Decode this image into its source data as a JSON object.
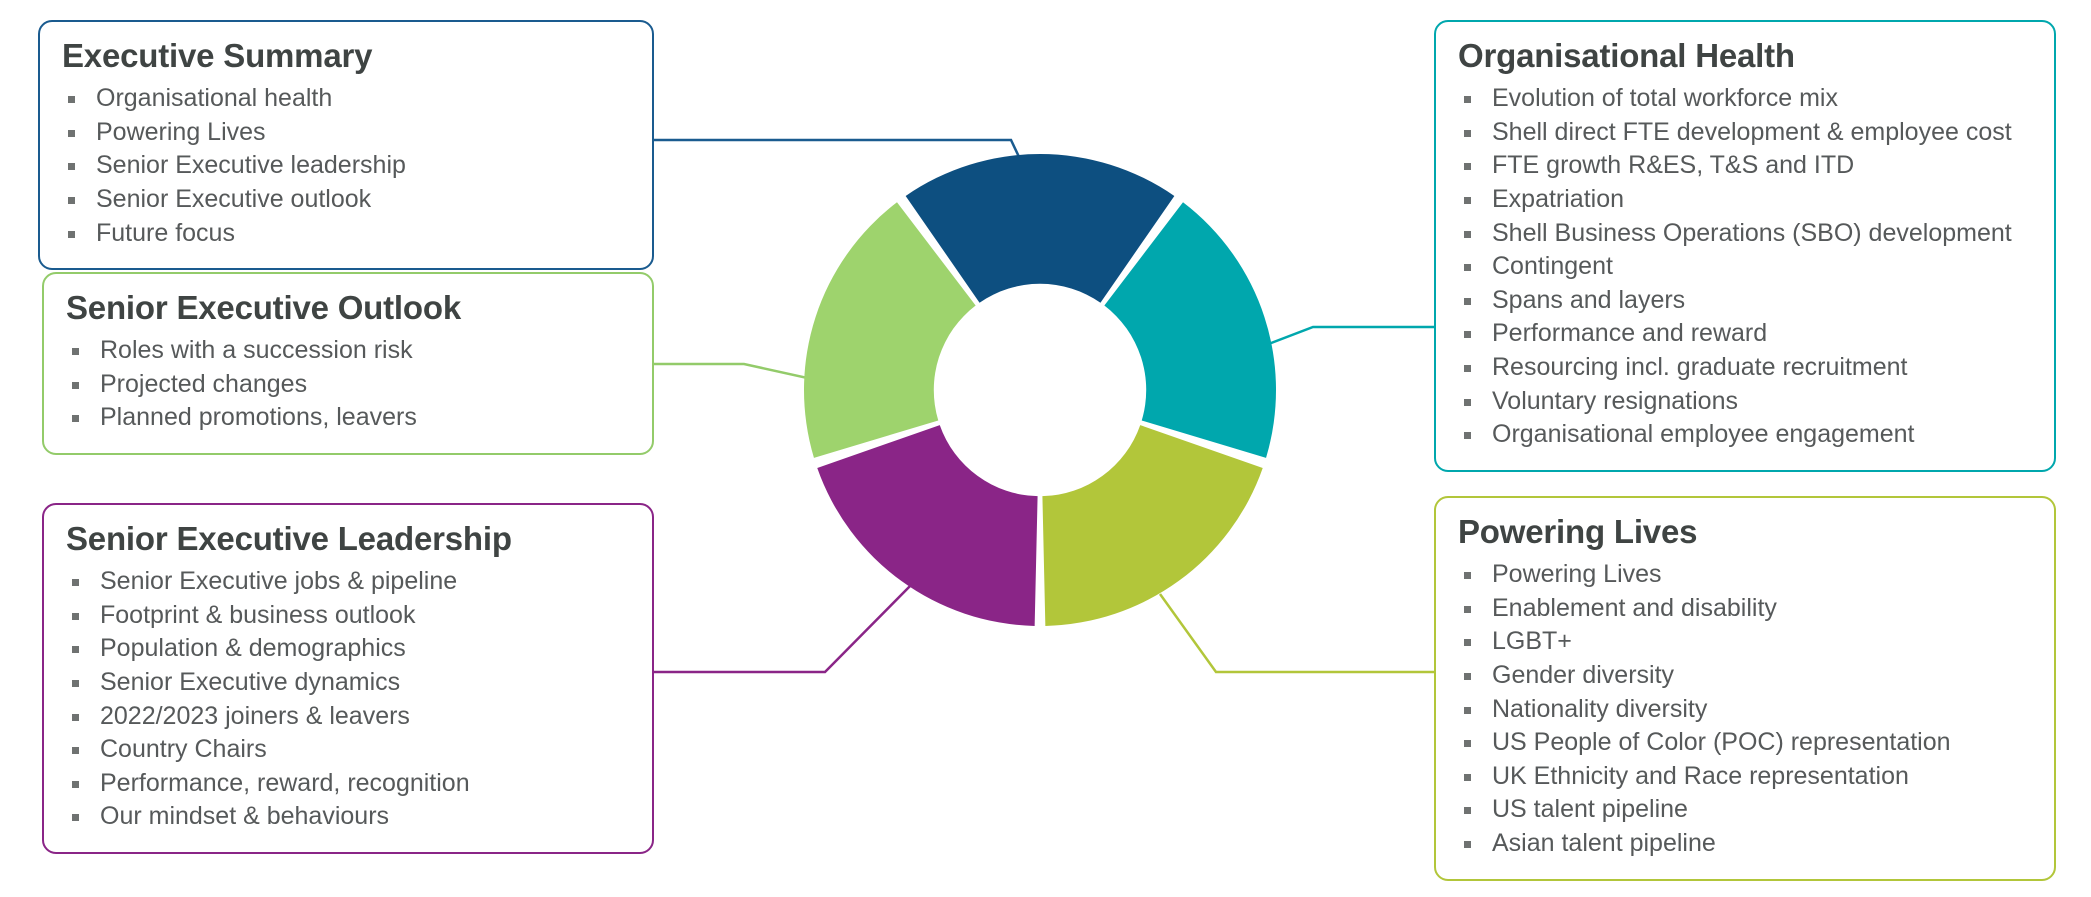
{
  "colors": {
    "exec_summary": "#1a5b8f",
    "org_health": "#00a7ad",
    "powering_lives": "#b2c63a",
    "senior_leadership": "#8a2587",
    "senior_outlook": "#93cb6a",
    "title_text": "#3f4443",
    "body_text": "#56595a",
    "bullet": "#6f7271",
    "background": "#ffffff"
  },
  "cards": {
    "executive_summary": {
      "title": "Executive Summary",
      "items": [
        "Organisational health",
        "Powering Lives",
        "Senior Executive leadership",
        "Senior Executive outlook",
        "Future focus"
      ]
    },
    "senior_executive_outlook": {
      "title": "Senior Executive Outlook",
      "items": [
        "Roles with a succession risk",
        "Projected changes",
        "Planned promotions, leavers"
      ]
    },
    "senior_executive_leadership": {
      "title": "Senior Executive Leadership",
      "items": [
        "Senior Executive jobs & pipeline",
        "Footprint & business outlook",
        "Population & demographics",
        "Senior Executive dynamics",
        "2022/2023 joiners & leavers",
        "Country Chairs",
        "Performance, reward, recognition",
        "Our mindset & behaviours"
      ]
    },
    "organisational_health": {
      "title": "Organisational Health",
      "items": [
        "Evolution of total workforce mix",
        "Shell direct FTE development & employee cost",
        "FTE growth R&ES, T&S and ITD",
        "Expatriation",
        "Shell Business Operations (SBO) development",
        "Contingent",
        "Spans and layers",
        "Performance and reward",
        "Resourcing incl. graduate recruitment",
        "Voluntary resignations",
        "Organisational employee engagement"
      ]
    },
    "powering_lives": {
      "title": "Powering Lives",
      "items": [
        "Powering Lives",
        "Enablement and disability",
        "LGBT+",
        "Gender diversity",
        "Nationality diversity",
        "US People of Color (POC) representation",
        "UK Ethnicity and Race representation",
        "US talent pipeline",
        "Asian talent pipeline"
      ]
    }
  },
  "chart_data": {
    "type": "pie",
    "title": "",
    "variant": "donut",
    "categories": [
      "Executive Summary",
      "Organisational Health",
      "Powering Lives",
      "Senior Executive Leadership",
      "Senior Executive Outlook"
    ],
    "values": [
      20,
      20,
      20,
      20,
      20
    ],
    "colors": [
      "#0d4f80",
      "#00a7ad",
      "#b2c63a",
      "#8a2587",
      "#9ed36d"
    ],
    "start_angle_deg": -36,
    "inner_radius_ratio": 0.45,
    "legend": "none",
    "grid": false
  }
}
